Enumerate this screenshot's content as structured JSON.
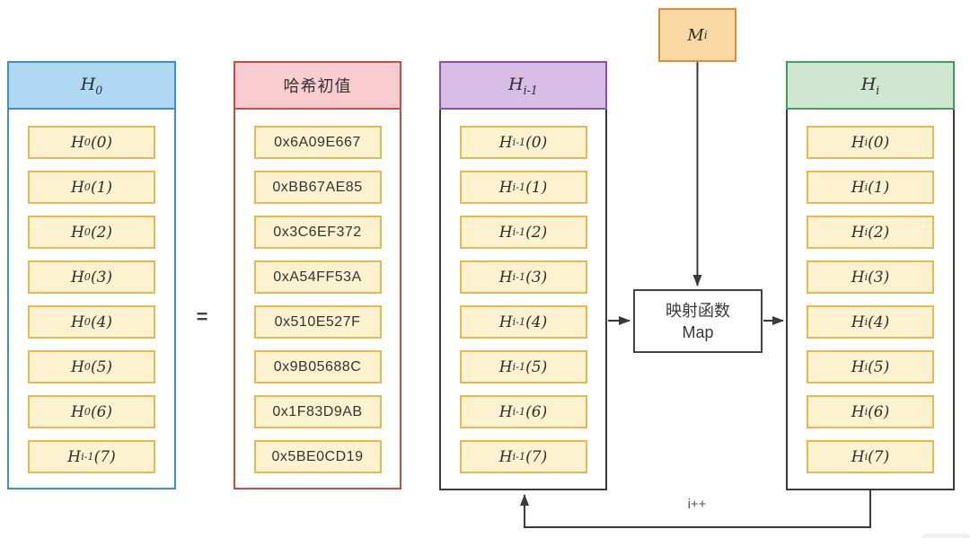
{
  "diagram": {
    "equals_sign": "=",
    "message_block": {
      "label": "M_{i}"
    },
    "map_box": {
      "line1": "映射函数",
      "line2": "Map"
    },
    "loop_label": "i++",
    "columns": [
      {
        "id": "h0",
        "header": "H_{0}",
        "items": [
          "H_{0}(0)",
          "H_{0}(1)",
          "H_{0}(2)",
          "H_{0}(3)",
          "H_{0}(4)",
          "H_{0}(5)",
          "H_{0}(6)",
          "H_{i-1}(7)"
        ]
      },
      {
        "id": "hash-initial-values",
        "header": "哈希初值",
        "items": [
          "0x6A09E667",
          "0xBB67AE85",
          "0x3C6EF372",
          "0xA54FF53A",
          "0x510E527F",
          "0x9B05688C",
          "0x1F83D9AB",
          "0x5BE0CD19"
        ]
      },
      {
        "id": "h-i-minus-1",
        "header": "H_{i-1}",
        "items": [
          "H_{i-1}(0)",
          "H_{i-1}(1)",
          "H_{i-1}(2)",
          "H_{i-1}(3)",
          "H_{i-1}(4)",
          "H_{i-1}(5)",
          "H_{i-1}(6)",
          "H_{i-1}(7)"
        ]
      },
      {
        "id": "h-i",
        "header": "H_{i}",
        "items": [
          "H_{i}(0)",
          "H_{i}(1)",
          "H_{i}(2)",
          "H_{i}(3)",
          "H_{i}(4)",
          "H_{i}(5)",
          "H_{i}(6)",
          "H_{i}(7)"
        ]
      }
    ],
    "colors": {
      "blue_header_fill": "#AFD8F2",
      "blue_border": "#3E8ED0",
      "red_header_fill": "#F9CCD0",
      "red_border": "#CF4944",
      "purple_header_fill": "#D8BEE6",
      "purple_border": "#8F4DAE",
      "green_header_fill": "#CFE7D0",
      "green_border": "#3F9E58",
      "word_box_fill": "#FCF2CF",
      "word_box_border": "#E9B94C",
      "message_fill": "#FAD8A4",
      "message_border": "#E78B31",
      "line_color": "#3A3A3A"
    }
  }
}
